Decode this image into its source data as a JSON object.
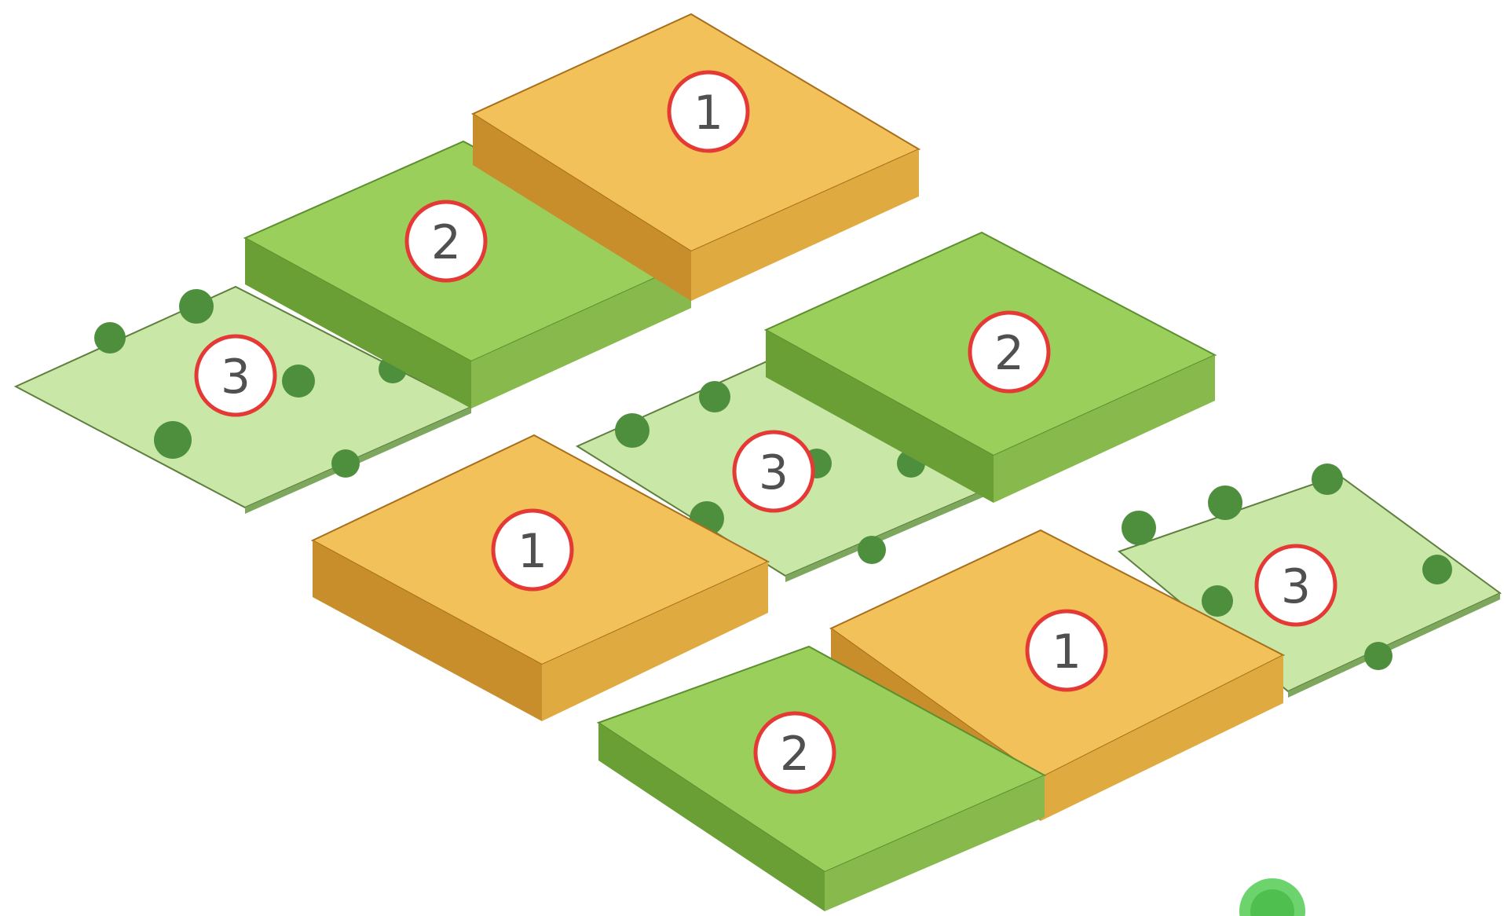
{
  "diagram": {
    "kind": "crop-rotation-fields",
    "groups": [
      {
        "name": "rotation-group-1",
        "plots": [
          {
            "label": "1",
            "crop": "grain",
            "state": "raised"
          },
          {
            "label": "2",
            "crop": "grass",
            "state": "raised"
          },
          {
            "label": "3",
            "crop": "pasture",
            "state": "flat"
          }
        ]
      },
      {
        "name": "rotation-group-2",
        "plots": [
          {
            "label": "1",
            "crop": "grain",
            "state": "raised"
          },
          {
            "label": "2",
            "crop": "grass",
            "state": "raised"
          },
          {
            "label": "3",
            "crop": "pasture",
            "state": "flat"
          }
        ]
      },
      {
        "name": "rotation-group-3",
        "plots": [
          {
            "label": "1",
            "crop": "grain",
            "state": "raised"
          },
          {
            "label": "2",
            "crop": "grass",
            "state": "raised"
          },
          {
            "label": "3",
            "crop": "pasture",
            "state": "flat"
          }
        ]
      }
    ],
    "colors": {
      "grain_top": "#f2c15a",
      "grain_side": "#c88e2b",
      "grass_top": "#9bcf5c",
      "grass_side": "#6a9f35",
      "pasture_top": "#c9e7a7",
      "bush": "#4e8f3d",
      "label_ring": "#e53935",
      "label_fill": "#ffffff",
      "label_text": "#505050",
      "corner_badge": "#6dd36d"
    }
  }
}
